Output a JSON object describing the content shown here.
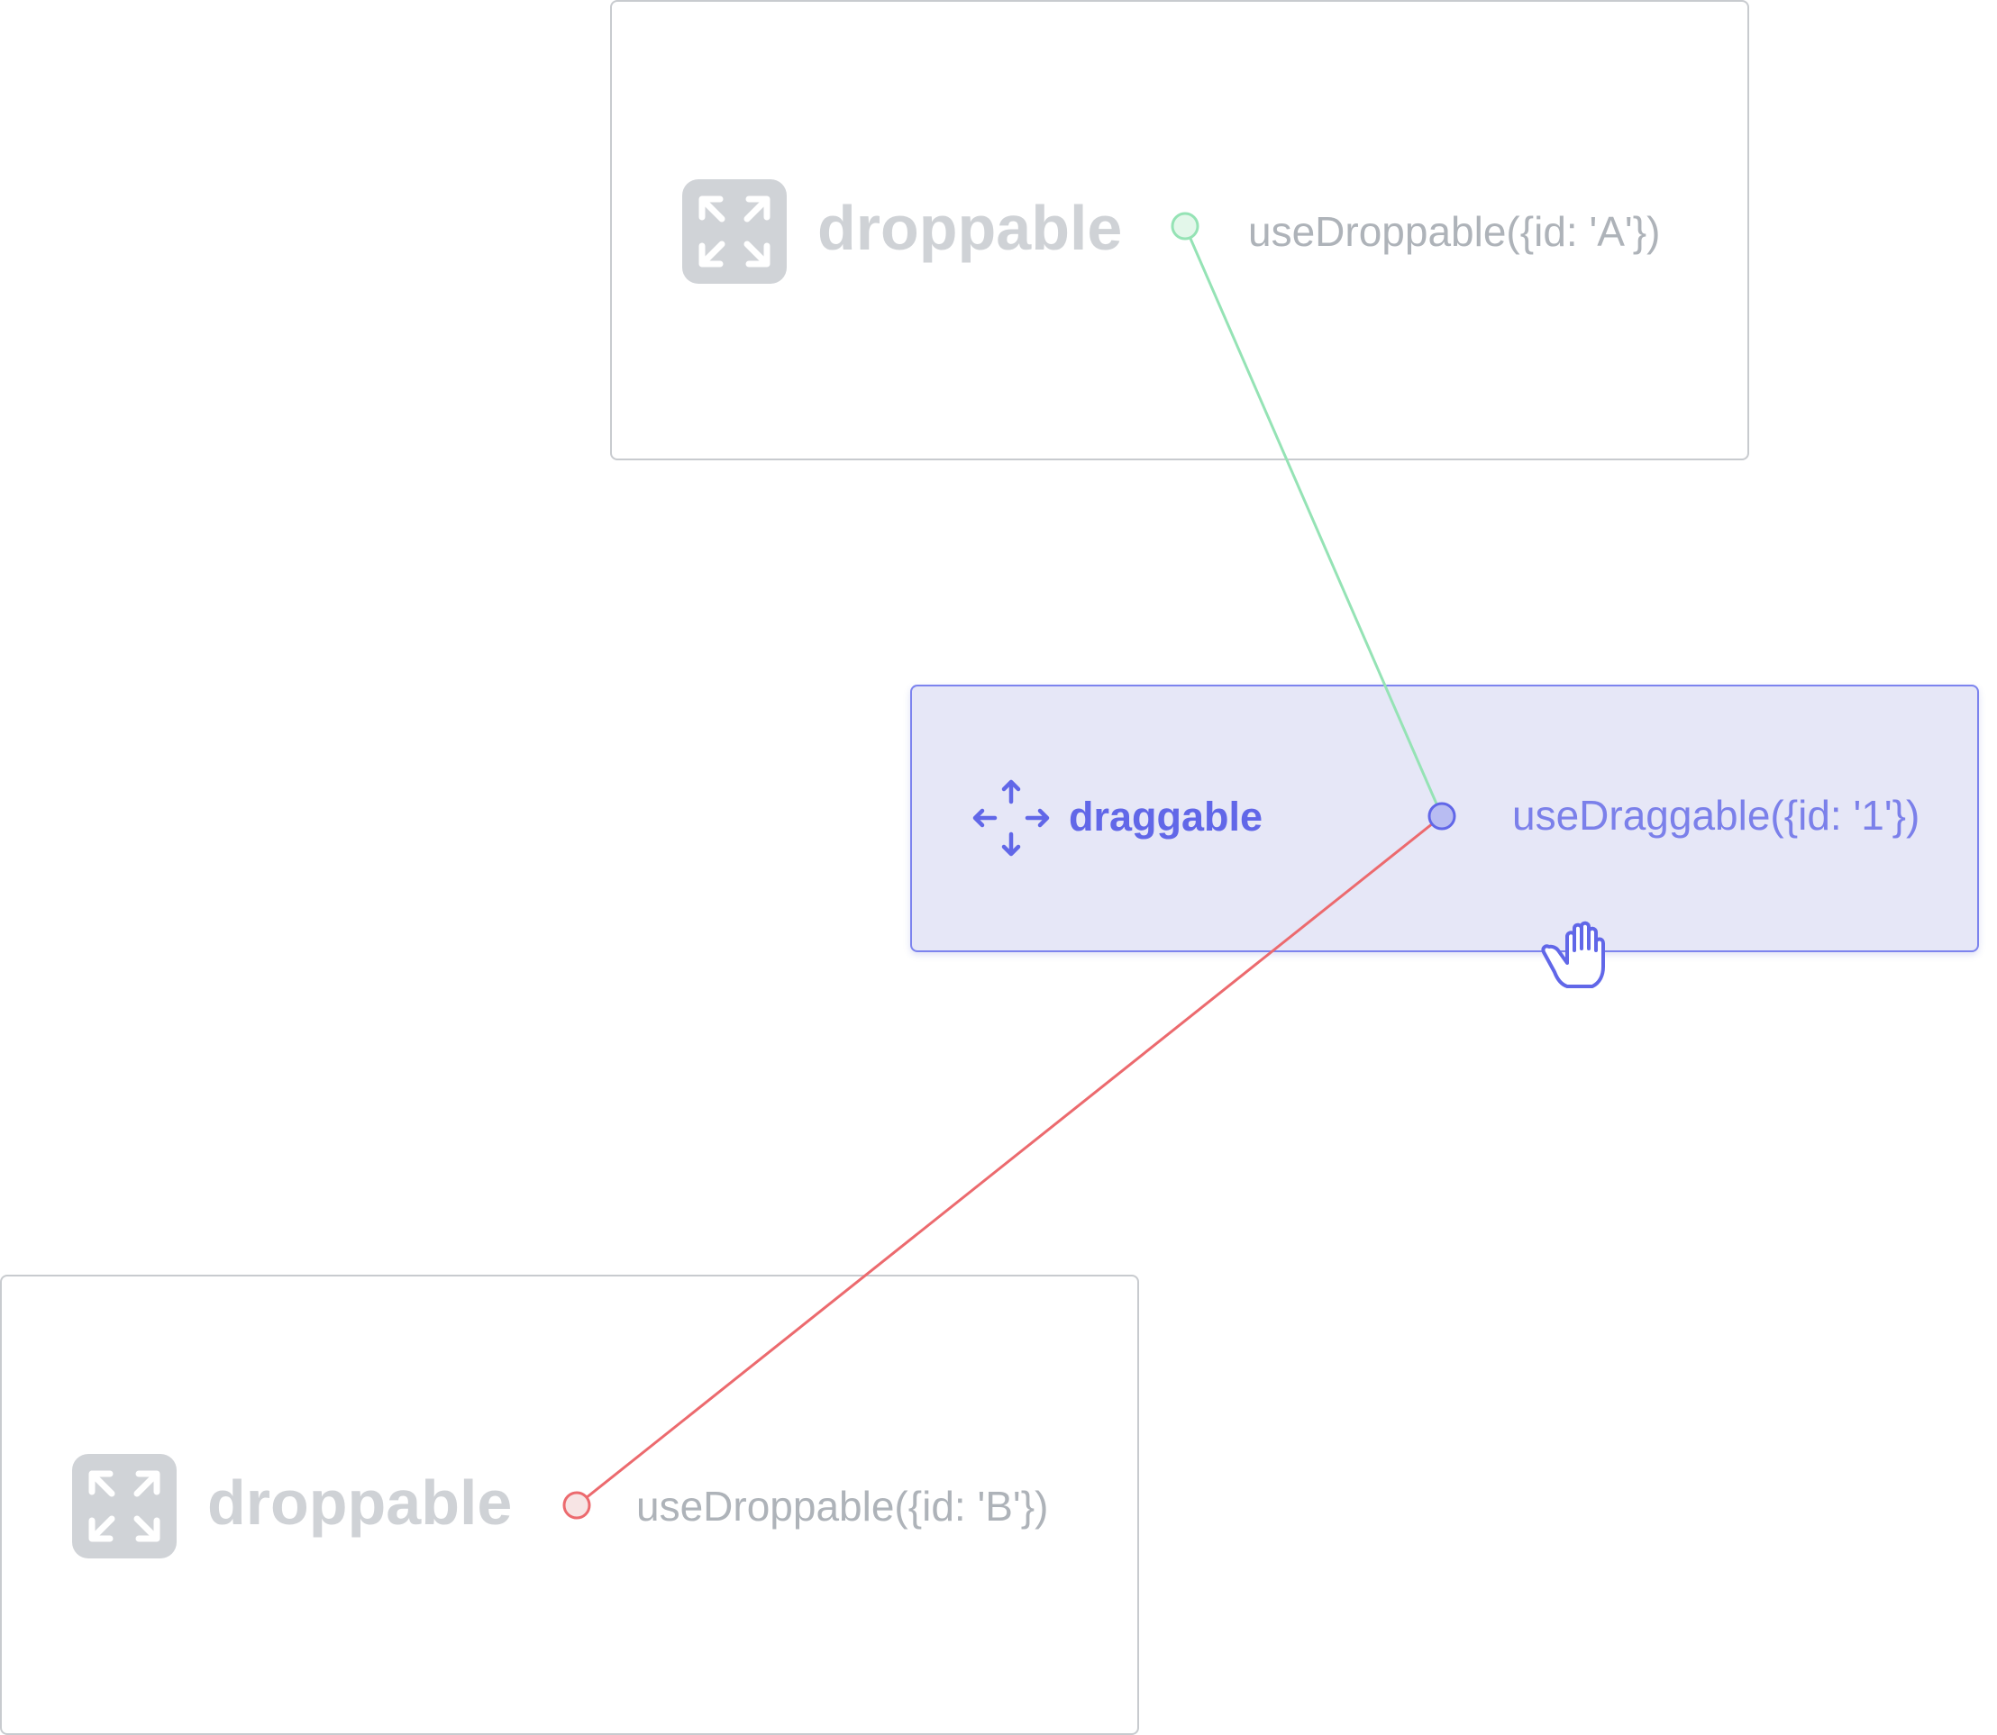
{
  "droppables": [
    {
      "title": "droppable",
      "code": "useDroppable({id: 'A'})",
      "state": "active",
      "icon": "expand-arrows-icon"
    },
    {
      "title": "droppable",
      "code": "useDroppable({id: 'B'})",
      "state": "inactive",
      "icon": "expand-arrows-icon"
    }
  ],
  "draggable": {
    "title": "draggable",
    "code": "useDraggable({id: '1'})",
    "icon": "move-arrows-icon"
  },
  "cursor": {
    "icon": "grab-hand-cursor-icon"
  },
  "colors": {
    "droppable_text": "#cfd2d6",
    "code_text": "#aeb3b9",
    "draggable_accent": "#6167e8",
    "draggable_bg": "#e6e7f7",
    "connector_active": "#95e3b5",
    "connector_inactive": "#ec6a6e"
  }
}
